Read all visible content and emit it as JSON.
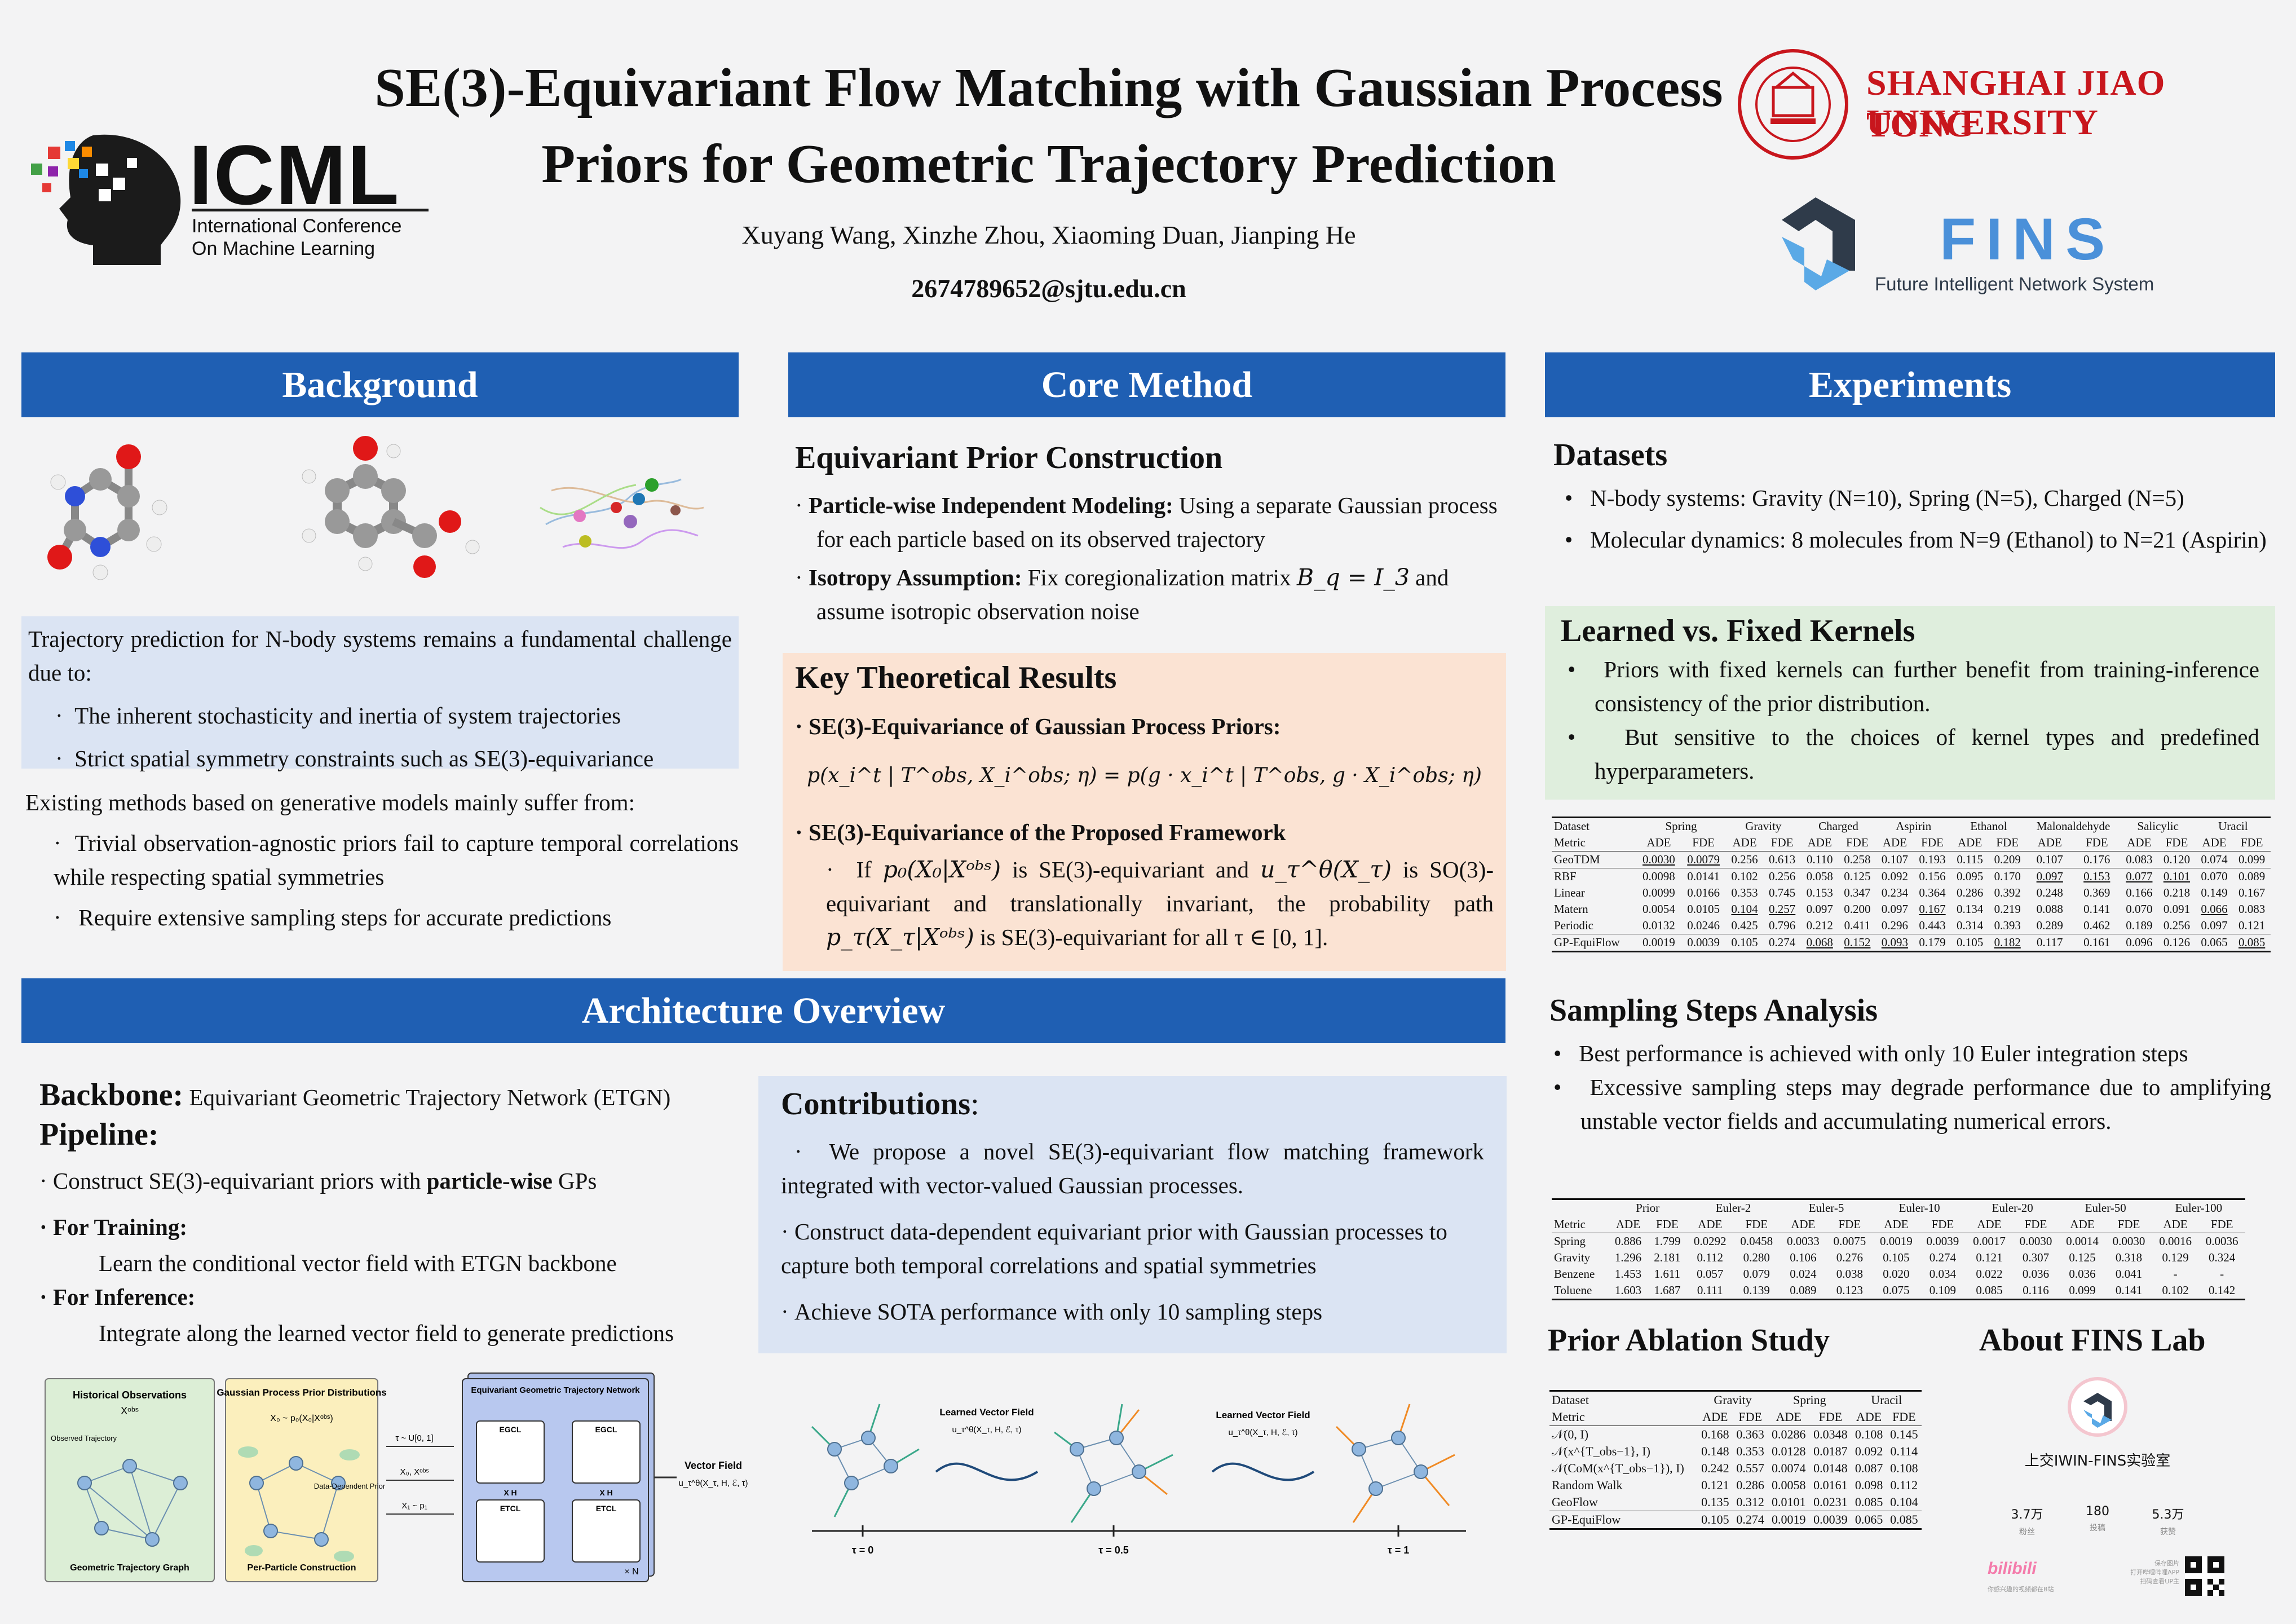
{
  "header": {
    "title_line1": "SE(3)-Equivariant Flow Matching with Gaussian Process",
    "title_line2": "Priors for Geometric Trajectory Prediction",
    "authors": "Xuyang Wang, Xinzhe Zhou, Xiaoming Duan, Jianping He",
    "email": "2674789652@sjtu.edu.cn",
    "icml_big": "ICML",
    "icml_sub1": "International Conference",
    "icml_sub2": "On Machine Learning",
    "sjtu_line1": "SHANGHAI JIAO TONG",
    "sjtu_line2": "UNIVERSITY",
    "fins_big": "FINS",
    "fins_sub": "Future Intelligent Network System"
  },
  "colors": {
    "bar": "#1f5fb3",
    "panel_blue": "#dbe4f3",
    "panel_peach": "#fbe3d3",
    "panel_green": "#dfeedd",
    "sjtu_red": "#c8161d"
  },
  "background": {
    "heading": "Background",
    "intro": "Trajectory prediction for N-body systems remains a fundamental challenge due to:",
    "reasons": [
      "The inherent stochasticity and inertia of  system trajectories",
      "Strict spatial symmetry constraints such as SE(3)-equivariance"
    ],
    "existing": "Existing methods based on generative models mainly suffer from:",
    "issues": [
      "Trivial observation-agnostic priors fail to capture temporal correlations while respecting spatial symmetries",
      "Require extensive sampling steps for accurate predictions"
    ]
  },
  "core": {
    "heading": "Core Method",
    "prior_title": "Equivariant Prior Construction",
    "p1_bold": "Particle-wise Independent Modeling:",
    "p1_rest": " Using a separate Gaussian process for each particle based on its observed trajectory",
    "p2_bold": "Isotropy Assumption:",
    "p2_rest": " Fix coregionalization matrix",
    "p2_math": "B_q = I_3",
    "p2_tail": " and assume isotropic observation noise",
    "key_title": "Key Theoretical Results",
    "k1": "SE(3)-Equivariance of Gaussian Process Priors:",
    "k1_eq": "p(x_i^t | T^obs, X_i^obs; η) = p(g · x_i^t | T^obs, g · X_i^obs; η)",
    "k2": "SE(3)-Equivariance of the Proposed Framework",
    "k2_a": "If",
    "k2_m1": "p₀(X₀|Xᵒᵇˢ)",
    "k2_b": "is SE(3)-equivariant and",
    "k2_m2": "u_τ^θ(X_τ)",
    "k2_c": "is SO(3)-equivariant and translationally invariant, the probability path",
    "k2_m3": "p_τ(X_τ|Xᵒᵇˢ)",
    "k2_d": "is SE(3)-equivariant for all τ ∈ [0, 1]."
  },
  "experiments": {
    "heading": "Experiments",
    "datasets_title": "Datasets",
    "datasets": [
      "N-body systems: Gravity (N=10), Spring (N=5), Charged (N=5)",
      "Molecular dynamics: 8 molecules from N=9 (Ethanol) to N=21 (Aspirin)"
    ],
    "kernels_title": "Learned vs. Fixed Kernels",
    "kernels": [
      "Priors with fixed kernels can further benefit from training-inference consistency of the prior distribution.",
      "But sensitive to the choices of kernel types and predefined hyperparameters."
    ],
    "sampling_title": "Sampling Steps Analysis",
    "sampling": [
      "Best performance is achieved with only 10 Euler integration steps",
      "Excessive sampling steps may degrade performance due to amplifying unstable vector fields and accumulating numerical errors."
    ],
    "ablation_title": "Prior Ablation Study",
    "about_title": "About FINS Lab",
    "lab_name": "上交IWIN-FINS实验室",
    "lab_stats": [
      {
        "num": "3.7万",
        "label": "粉丝"
      },
      {
        "num": "180",
        "label": "投稿"
      },
      {
        "num": "5.3万",
        "label": "获赞"
      }
    ],
    "bili_logo": "bilibili",
    "bili_tag": "你感兴趣的视频都在B站",
    "qr_text": "保存图片\n打开哔哩哔哩APP\n扫码查看UP主"
  },
  "table1": {
    "groups": [
      "Spring",
      "Gravity",
      "Charged",
      "Aspirin",
      "Ethanol",
      "Malonaldehyde",
      "Salicylic",
      "Uracil"
    ],
    "col_label": "Dataset",
    "metric_label": "Metric",
    "metrics": [
      "ADE",
      "FDE"
    ],
    "rows": [
      [
        "GeoTDM",
        "0.0030",
        "0.0079",
        "0.256",
        "0.613",
        "0.110",
        "0.258",
        "0.107",
        "0.193",
        "0.115",
        "0.209",
        "0.107",
        "0.176",
        "0.083",
        "0.120",
        "0.074",
        "0.099"
      ],
      [
        "RBF",
        "0.0098",
        "0.0141",
        "0.102",
        "0.256",
        "0.058",
        "0.125",
        "0.092",
        "0.156",
        "0.095",
        "0.170",
        "0.097",
        "0.153",
        "0.077",
        "0.101",
        "0.070",
        "0.089"
      ],
      [
        "Linear",
        "0.0099",
        "0.0166",
        "0.353",
        "0.745",
        "0.153",
        "0.347",
        "0.234",
        "0.364",
        "0.286",
        "0.392",
        "0.248",
        "0.369",
        "0.166",
        "0.218",
        "0.149",
        "0.167"
      ],
      [
        "Matern",
        "0.0054",
        "0.0105",
        "0.104",
        "0.257",
        "0.097",
        "0.200",
        "0.097",
        "0.167",
        "0.134",
        "0.219",
        "0.088",
        "0.141",
        "0.070",
        "0.091",
        "0.066",
        "0.083"
      ],
      [
        "Periodic",
        "0.0132",
        "0.0246",
        "0.425",
        "0.796",
        "0.212",
        "0.411",
        "0.296",
        "0.443",
        "0.314",
        "0.393",
        "0.289",
        "0.462",
        "0.189",
        "0.256",
        "0.097",
        "0.121"
      ],
      [
        "GP-EquiFlow",
        "0.0019",
        "0.0039",
        "0.105",
        "0.274",
        "0.068",
        "0.152",
        "0.093",
        "0.179",
        "0.105",
        "0.182",
        "0.117",
        "0.161",
        "0.096",
        "0.126",
        "0.065",
        "0.085"
      ]
    ]
  },
  "table2": {
    "groups": [
      "Prior",
      "Euler-2",
      "Euler-5",
      "Euler-10",
      "Euler-20",
      "Euler-50",
      "Euler-100"
    ],
    "metric_label": "Metric",
    "metrics": [
      "ADE",
      "FDE"
    ],
    "rows": [
      [
        "Spring",
        "0.886",
        "1.799",
        "0.0292",
        "0.0458",
        "0.0033",
        "0.0075",
        "0.0019",
        "0.0039",
        "0.0017",
        "0.0030",
        "0.0014",
        "0.0030",
        "0.0016",
        "0.0036"
      ],
      [
        "Gravity",
        "1.296",
        "2.181",
        "0.112",
        "0.280",
        "0.106",
        "0.276",
        "0.105",
        "0.274",
        "0.121",
        "0.307",
        "0.125",
        "0.318",
        "0.129",
        "0.324"
      ],
      [
        "Benzene",
        "1.453",
        "1.611",
        "0.057",
        "0.079",
        "0.024",
        "0.038",
        "0.020",
        "0.034",
        "0.022",
        "0.036",
        "0.036",
        "0.041",
        "-",
        "-"
      ],
      [
        "Toluene",
        "1.603",
        "1.687",
        "0.111",
        "0.139",
        "0.089",
        "0.123",
        "0.075",
        "0.109",
        "0.085",
        "0.116",
        "0.099",
        "0.141",
        "0.102",
        "0.142"
      ]
    ]
  },
  "table3": {
    "groups": [
      "Gravity",
      "Spring",
      "Uracil"
    ],
    "col_label": "Dataset",
    "metric_label": "Metric",
    "metrics": [
      "ADE",
      "FDE"
    ],
    "rows": [
      [
        "𝒩(0, I)",
        "0.168",
        "0.363",
        "0.0286",
        "0.0348",
        "0.108",
        "0.145"
      ],
      [
        "𝒩(x^{T_obs−1}, I)",
        "0.148",
        "0.353",
        "0.0128",
        "0.0187",
        "0.092",
        "0.114"
      ],
      [
        "𝒩(CoM(x^{T_obs−1}), I)",
        "0.242",
        "0.557",
        "0.0074",
        "0.0148",
        "0.087",
        "0.108"
      ],
      [
        "Random Walk",
        "0.121",
        "0.286",
        "0.0058",
        "0.0161",
        "0.098",
        "0.112"
      ],
      [
        "GeoFlow",
        "0.135",
        "0.312",
        "0.0101",
        "0.0231",
        "0.085",
        "0.104"
      ],
      [
        "GP-EquiFlow",
        "0.105",
        "0.274",
        "0.0019",
        "0.0039",
        "0.065",
        "0.085"
      ]
    ]
  },
  "arch": {
    "heading": "Architecture Overview",
    "backbone_label": "Backbone:",
    "backbone_text": "Equivariant Geometric Trajectory Network (ETGN)",
    "pipeline_label": "Pipeline:",
    "pipe1_a": "Construct SE(3)-equivariant priors with ",
    "pipe1_b": "particle-wise",
    "pipe1_c": " GPs",
    "training_label": "For Training:",
    "training_text": "Learn the conditional vector field with ETGN backbone",
    "inference_label": "For Inference:",
    "inference_text": "Integrate along the learned vector field to generate predictions",
    "contrib_title": "Contributions",
    "contribs": [
      "We propose a novel SE(3)-equivariant flow matching framework integrated with vector-valued Gaussian processes.",
      "Construct data-dependent equivariant prior with Gaussian processes to capture both temporal correlations and spatial symmetries",
      "Achieve SOTA performance with only 10 sampling steps"
    ],
    "fig": {
      "hist_title": "Historical Observations",
      "hist_sub": "Xᵒᵇˢ",
      "obs_traj": "Observed Trajectory",
      "geo_graph": "Geometric Trajectory Graph",
      "gp_title": "Gaussian Process Prior Distributions",
      "gp_sub": "X₀ ~ p₀(X₀|Xᵒᵇˢ)",
      "dd_prior": "Data-Dependent Prior",
      "per_particle": "Per-Particle Construction",
      "tau_u": "τ ~ U[0, 1]",
      "x0_xobs": "X₀, Xᵒᵇˢ",
      "x1_p1": "X₁ ~ p₁",
      "egtn_title": "Equivariant Geometric Trajectory Network",
      "egcl": "EGCL",
      "etcl": "ETCL",
      "xh": "X H",
      "times_n": "× N",
      "vf": "Vector Field",
      "vf_eq": "u_τ^θ(X_τ, H, ℰ, τ)",
      "lvf": "Learned Vector Field",
      "lvf_eq": "u_τ^θ(X_τ, H, ℰ, τ)",
      "t0": "τ = 0",
      "t05": "τ = 0.5",
      "t1": "τ = 1"
    }
  }
}
